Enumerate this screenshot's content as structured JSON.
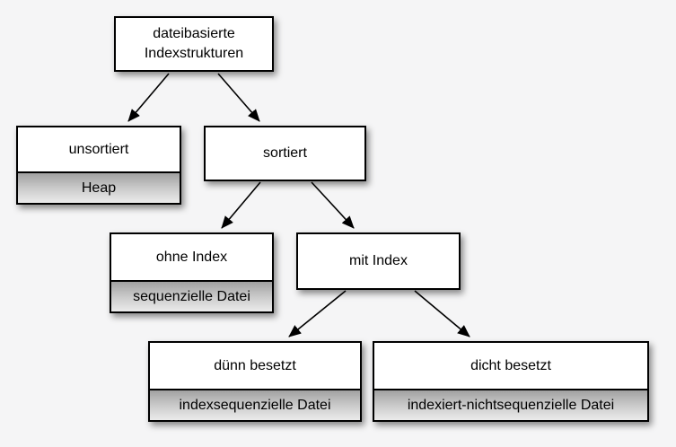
{
  "diagram": {
    "topic": "dateibasierte Indexstrukturen",
    "nodes": [
      {
        "id": "root",
        "label": "dateibasierte Indexstrukturen",
        "sublabel": ""
      },
      {
        "id": "unsortiert",
        "label": "unsortiert",
        "sublabel": "Heap"
      },
      {
        "id": "sortiert",
        "label": "sortiert",
        "sublabel": ""
      },
      {
        "id": "ohne-index",
        "label": "ohne Index",
        "sublabel": "sequenzielle Datei"
      },
      {
        "id": "mit-index",
        "label": "mit Index",
        "sublabel": ""
      },
      {
        "id": "duenn-besetzt",
        "label": "dünn besetzt",
        "sublabel": "indexsequenzielle Datei"
      },
      {
        "id": "dicht-besetzt",
        "label": "dicht besetzt",
        "sublabel": "indexiert-nichtsequenzielle Datei"
      }
    ],
    "edges": [
      {
        "from": "root",
        "to": "unsortiert"
      },
      {
        "from": "root",
        "to": "sortiert"
      },
      {
        "from": "sortiert",
        "to": "ohne-index"
      },
      {
        "from": "sortiert",
        "to": "mit-index"
      },
      {
        "from": "mit-index",
        "to": "duenn-besetzt"
      },
      {
        "from": "mit-index",
        "to": "dicht-besetzt"
      }
    ],
    "colors": {
      "background": "#f5f5f6",
      "node_fill": "#ffffff",
      "node_border": "#000000",
      "sublabel_gradient_top": "#a1a1a1",
      "sublabel_gradient_bottom": "#ebebeb",
      "arrow": "#000000"
    }
  }
}
